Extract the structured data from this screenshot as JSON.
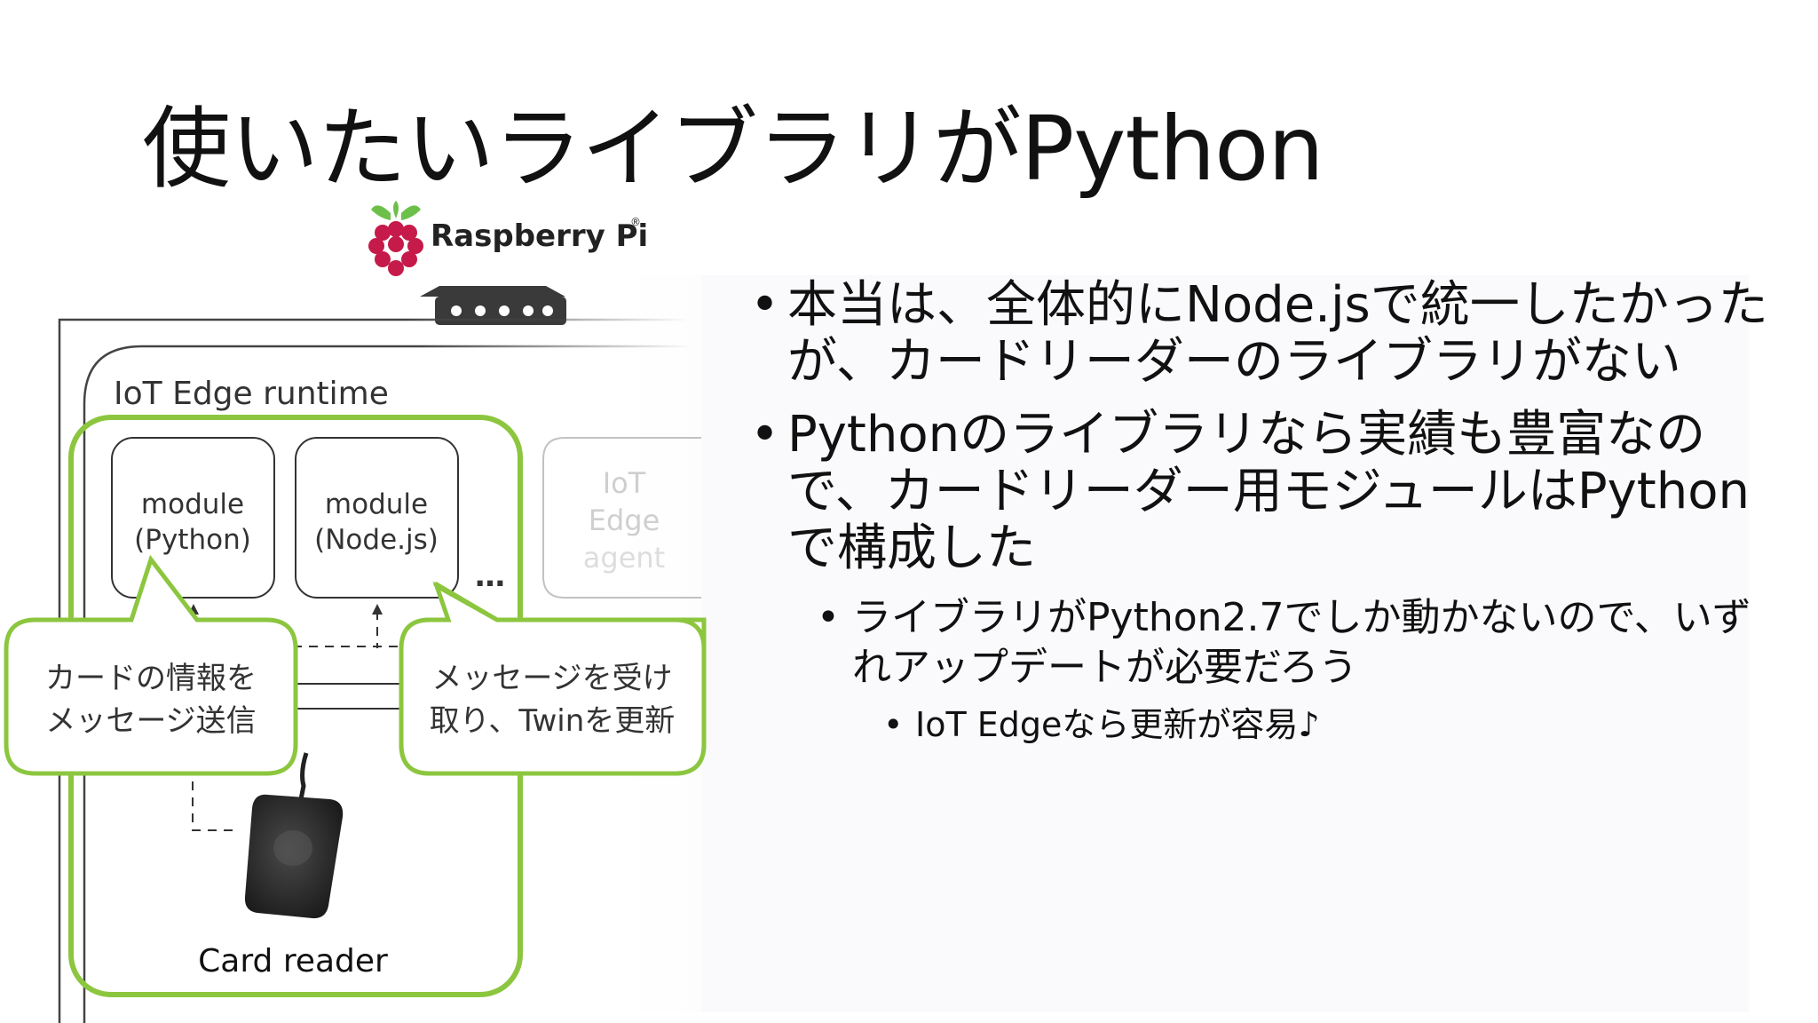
{
  "slide": {
    "title": "使いたいライブラリがPython"
  },
  "diagram": {
    "device_label": "Raspberry Pi",
    "device_trademark": "®",
    "runtime_label": "IoT Edge runtime",
    "module_python": [
      "module",
      "(Python)"
    ],
    "module_node": [
      "module",
      "(Node.js)"
    ],
    "edge_agent": [
      "IoT",
      "Edge",
      "agent"
    ],
    "ellipsis": "…",
    "callout_left": [
      "カードの情報を",
      "メッセージ送信"
    ],
    "callout_right": [
      "メッセージを受け",
      "取り、Twinを更新"
    ],
    "card_reader_label": "Card reader",
    "colors": {
      "callout_border": "#8cc63f",
      "raspberry_red": "#c51a4a",
      "leaf_green": "#6cc04a",
      "device_gray": "#444444"
    }
  },
  "bullets": {
    "b1": "本当は、全体的にNode.jsで統一したかったが、カードリーダーのライブラリがない",
    "b2": "Pythonのライブラリなら実績も豊富なので、カードリーダー用モジュールはPythonで構成した",
    "b2_sub": "ライブラリがPython2.7でしか動かないので、いずれアップデートが必要だろう",
    "b2_sub_sub": "IoT Edgeなら更新が容易♪"
  }
}
